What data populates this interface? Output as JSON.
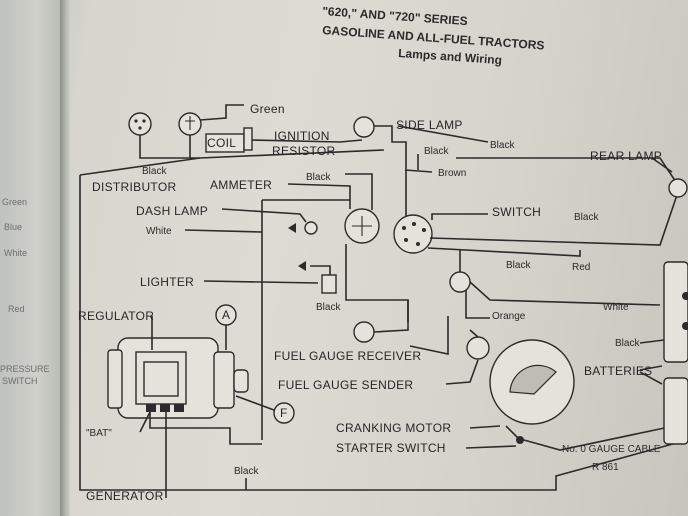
{
  "header": {
    "series": "\"620,\" AND \"720\" SERIES",
    "line2": "GASOLINE AND ALL-FUEL TRACTORS",
    "subtitle": "Lamps and Wiring"
  },
  "left_page": [
    "Green",
    "Blue",
    "White",
    "Red",
    "PRESSURE",
    "SWITCH"
  ],
  "labels": {
    "green": "Green",
    "coil": "COIL",
    "ignition": "IGNITION",
    "resistor": "RESISTOR",
    "side_lamp": "SIDE LAMP",
    "black_side": "Black",
    "black_top": "Black",
    "brown": "Brown",
    "rear_lamp": "REAR LAMP",
    "black_dist": "Black",
    "distributor": "DISTRIBUTOR",
    "ammeter": "AMMETER",
    "black_amm": "Black",
    "dash_lamp": "DASH LAMP",
    "white_dash": "White",
    "switch": "SWITCH",
    "black_sw": "Black",
    "black_mid": "Black",
    "red": "Red",
    "lighter": "LIGHTER",
    "black_lighter": "Black",
    "regulator": "REGULATOR",
    "a": "A",
    "orange": "Orange",
    "white_right": "White",
    "black_bat": "Black",
    "fuel_receiver": "FUEL GAUGE RECEIVER",
    "fuel_sender": "FUEL GAUGE SENDER",
    "batteries": "BATTERIES",
    "bat": "\"BAT\"",
    "f": "F",
    "cranking_motor": "CRANKING MOTOR",
    "starter_switch": "STARTER SWITCH",
    "gauge_cable": "No. 0 GAUGE CABLE",
    "black_bottom": "Black",
    "generator": "GENERATOR",
    "figure_code": "R 861"
  }
}
